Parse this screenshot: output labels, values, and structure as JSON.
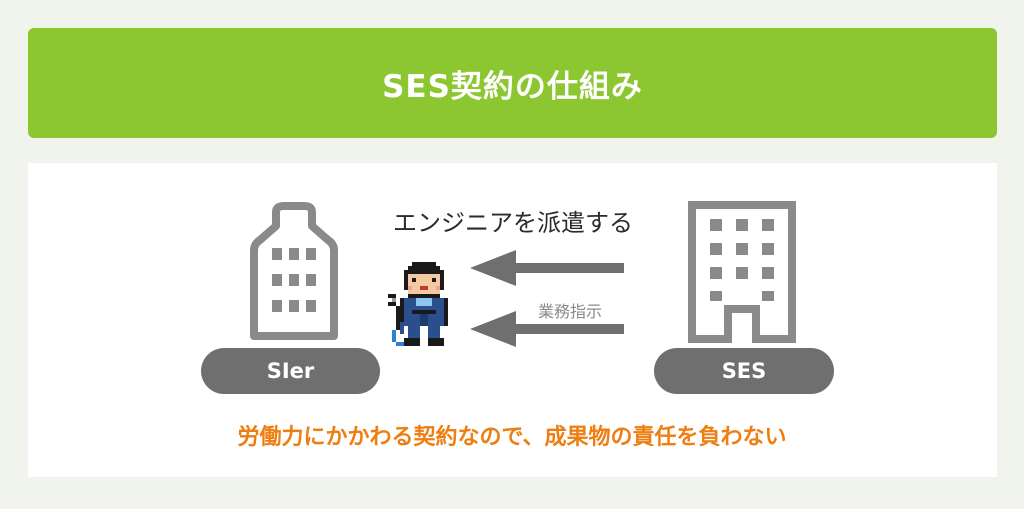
{
  "header": {
    "title": "SES契約の仕組み"
  },
  "diagram": {
    "left_party": {
      "label": "SIer",
      "icon": "building-gabled-icon"
    },
    "right_party": {
      "label": "SES",
      "icon": "building-office-icon"
    },
    "top_arrow_label": "エンジニアを派遣する",
    "bottom_arrow_label": "業務指示",
    "engineer_icon": "pixel-engineer-icon"
  },
  "footer": {
    "note": "労働力にかかわる契約なので、成果物の責任を負わない"
  },
  "colors": {
    "header_bg": "#8cc630",
    "page_bg": "#f0f4ec",
    "panel_bg": "#ffffff",
    "building_stroke": "#8a8a8a",
    "pill_bg": "#6f6f6f",
    "arrow": "#6f6f6f",
    "note_text": "#ee7e12"
  }
}
